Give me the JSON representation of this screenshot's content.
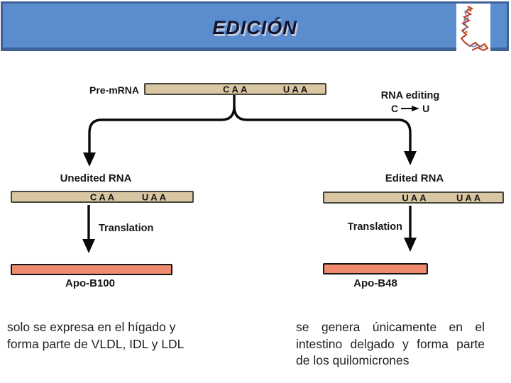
{
  "header": {
    "title": "EDICIÓN",
    "colors": {
      "bar": "#5b8ccd",
      "border": "#3f6296"
    }
  },
  "diagram": {
    "pre_mrna": {
      "label": "Pre-mRNA",
      "codons": [
        "CAA",
        "UAA"
      ]
    },
    "rna_editing": {
      "label": "RNA editing",
      "from": "C",
      "to": "U"
    },
    "unedited": {
      "label": "Unedited RNA",
      "codons": [
        "CAA",
        "UAA"
      ],
      "translation_label": "Translation",
      "protein_label": "Apo-B100"
    },
    "edited": {
      "label": "Edited RNA",
      "codons": [
        "UAA",
        "UAA"
      ],
      "translation_label": "Translation",
      "protein_label": "Apo-B48"
    },
    "colors": {
      "rna_bar": "#d9c6a2",
      "protein_bar": "#f08a6e",
      "line": "#0a0a0a"
    }
  },
  "notes": {
    "left_lines": [
      "solo se expresa en el hígado y",
      "forma parte de VLDL, IDL y LDL"
    ],
    "right_lines": [
      "se genera únicamente en el",
      "intestino delgado y forma parte",
      "de los quilomicrones"
    ]
  }
}
